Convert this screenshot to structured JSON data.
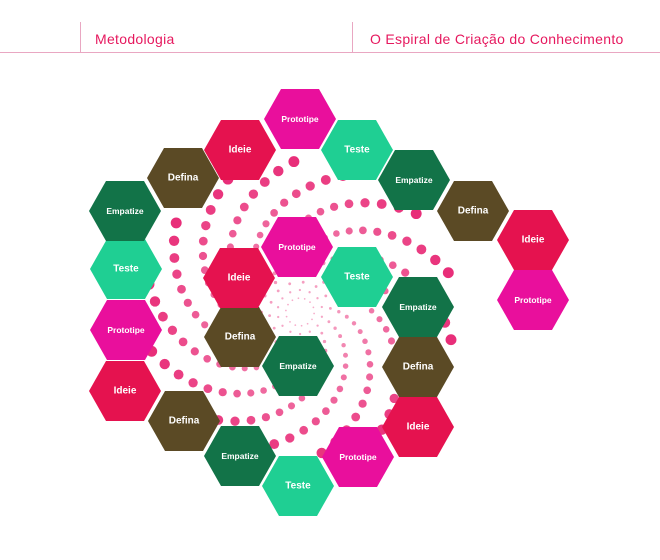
{
  "header": {
    "section_left": "Metodologia",
    "section_right": "O Espiral de Criação do Conhecimento"
  },
  "colors": {
    "header_text": "#e6185e",
    "header_rule": "#e9a7c2",
    "Empatize": "#127348",
    "Defina": "#5b4a25",
    "Ideie": "#e5124f",
    "Prototipe": "#e90f9c",
    "Teste": "#1fcf93",
    "dots": "#e82a76"
  },
  "diagram": {
    "stages": [
      "Empatize",
      "Defina",
      "Ideie",
      "Prototipe",
      "Teste"
    ],
    "hexagons": [
      {
        "label": "Empatize",
        "stage": "Empatize"
      },
      {
        "label": "Defina",
        "stage": "Defina"
      },
      {
        "label": "Ideie",
        "stage": "Ideie"
      },
      {
        "label": "Prototipe",
        "stage": "Prototipe"
      },
      {
        "label": "Teste",
        "stage": "Teste"
      },
      {
        "label": "Empatize",
        "stage": "Empatize"
      },
      {
        "label": "Defina",
        "stage": "Defina"
      },
      {
        "label": "Ideie",
        "stage": "Ideie"
      },
      {
        "label": "Prototipe",
        "stage": "Prototipe"
      },
      {
        "label": "Teste",
        "stage": "Teste"
      },
      {
        "label": "Empatize",
        "stage": "Empatize"
      },
      {
        "label": "Defina",
        "stage": "Defina"
      },
      {
        "label": "Ideie",
        "stage": "Ideie"
      },
      {
        "label": "Prototipe",
        "stage": "Prototipe"
      },
      {
        "label": "Teste",
        "stage": "Teste"
      },
      {
        "label": "Empatize",
        "stage": "Empatize"
      },
      {
        "label": "Defina",
        "stage": "Defina"
      },
      {
        "label": "Ideie",
        "stage": "Ideie"
      },
      {
        "label": "Prototipe",
        "stage": "Prototipe"
      },
      {
        "label": "Teste",
        "stage": "Teste"
      },
      {
        "label": "Empatize",
        "stage": "Empatize"
      },
      {
        "label": "Defina",
        "stage": "Defina"
      },
      {
        "label": "Ideie",
        "stage": "Ideie"
      },
      {
        "label": "Prototipe",
        "stage": "Prototipe"
      }
    ]
  }
}
